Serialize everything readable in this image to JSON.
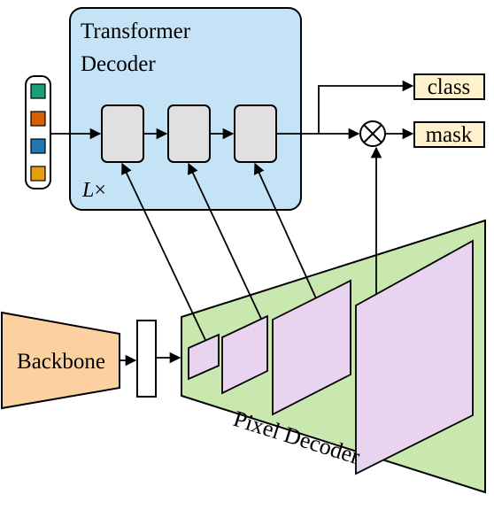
{
  "transformer_decoder": {
    "title_line1": "Transformer",
    "title_line2": "Decoder",
    "repeat_label_var": "L",
    "repeat_label_op": "×",
    "fill": "#c5e3f7",
    "layers": 3
  },
  "queries": {
    "colors": [
      "#1a9e77",
      "#d95f02",
      "#1f78b4",
      "#e6a00c"
    ]
  },
  "backbone": {
    "label": "Backbone",
    "fill": "#fdd0a2"
  },
  "pixel_decoder": {
    "label": "Pixel Decoder",
    "fill": "#c9e8b0",
    "feature_fill": "#e8d4ee"
  },
  "outputs": {
    "class_label": "class",
    "mask_label": "mask",
    "fill": "#fff2cc"
  },
  "operator": {
    "symbol": "⊗"
  }
}
